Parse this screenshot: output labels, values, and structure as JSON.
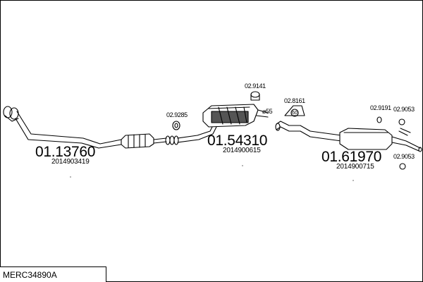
{
  "parts": [
    {
      "number": "01.13760",
      "oem": "2014903419"
    },
    {
      "number": "01.54310",
      "oem": "2014900615"
    },
    {
      "number": "01.61970",
      "oem": "2014900715"
    }
  ],
  "accessories": {
    "a": "02.9285",
    "b": "02.9141",
    "c": "02.8161",
    "d": "02.9191",
    "e": "02.9053",
    "f": "02.9053"
  },
  "pipe_diameter": "⌀55",
  "clamp_size": "60",
  "kit_code": "MERC34890A"
}
